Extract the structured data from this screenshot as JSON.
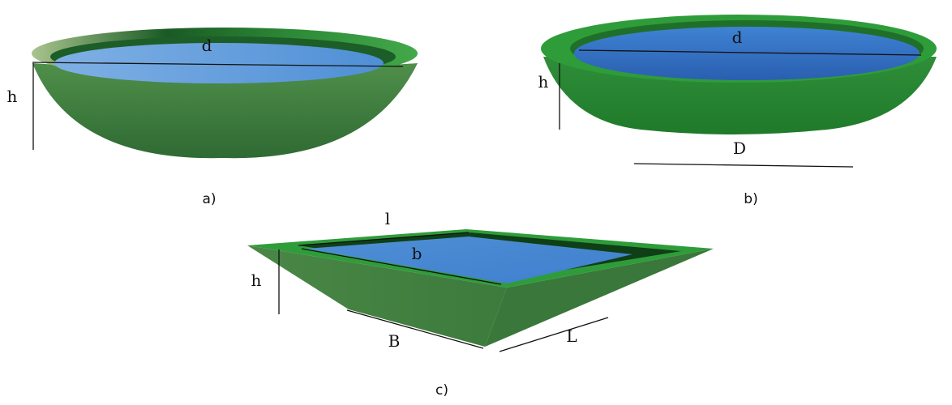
{
  "panels": {
    "a": {
      "caption": "a)",
      "diameter_label": "d",
      "height_label": "h"
    },
    "b": {
      "caption": "b)",
      "top_diameter_label": "d",
      "bottom_diameter_label": "D",
      "height_label": "h"
    },
    "c": {
      "caption": "c)",
      "top_length_label": "l",
      "top_width_label": "b",
      "bottom_width_label": "B",
      "bottom_length_label": "L",
      "height_label": "h"
    }
  },
  "colors": {
    "rim_green": "#2f9c3a",
    "body_green": "#3f7d3f",
    "dark_green": "#0f3f16",
    "water_blue": "#4f8fd6",
    "water_blue_deep": "#2f63b5",
    "line": "#111111"
  }
}
